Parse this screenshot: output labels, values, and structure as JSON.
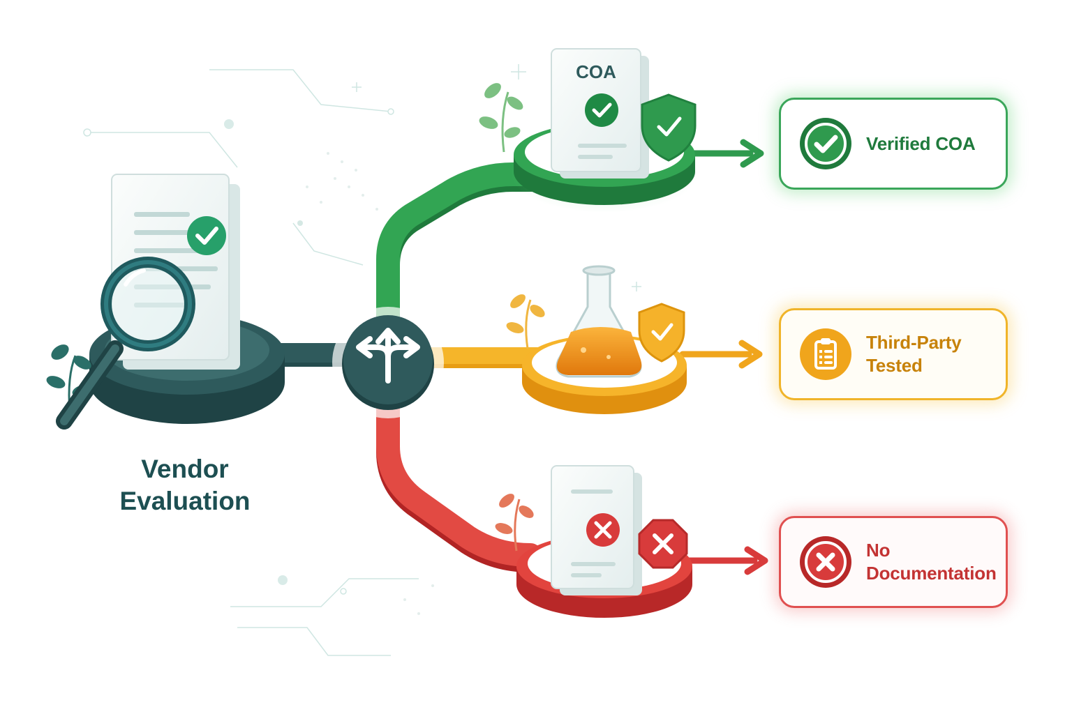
{
  "source": {
    "title_line1": "Vendor",
    "title_line2": "Evaluation"
  },
  "document_label": "COA",
  "outcomes": [
    {
      "label": "Verified COA",
      "status": "verified",
      "icon": "check-circle-icon",
      "color": "#2f9a4e"
    },
    {
      "label": "Third-Party\nTested",
      "status": "tested",
      "icon": "clipboard-icon",
      "color": "#f0a51c"
    },
    {
      "label": "No\nDocumentation",
      "status": "rejected",
      "icon": "x-circle-icon",
      "color": "#d83b3b"
    }
  ],
  "colors": {
    "teal_dark": "#2e5a5c",
    "green": "#2f9a4e",
    "amber": "#f0a51c",
    "red": "#d83b3b"
  }
}
